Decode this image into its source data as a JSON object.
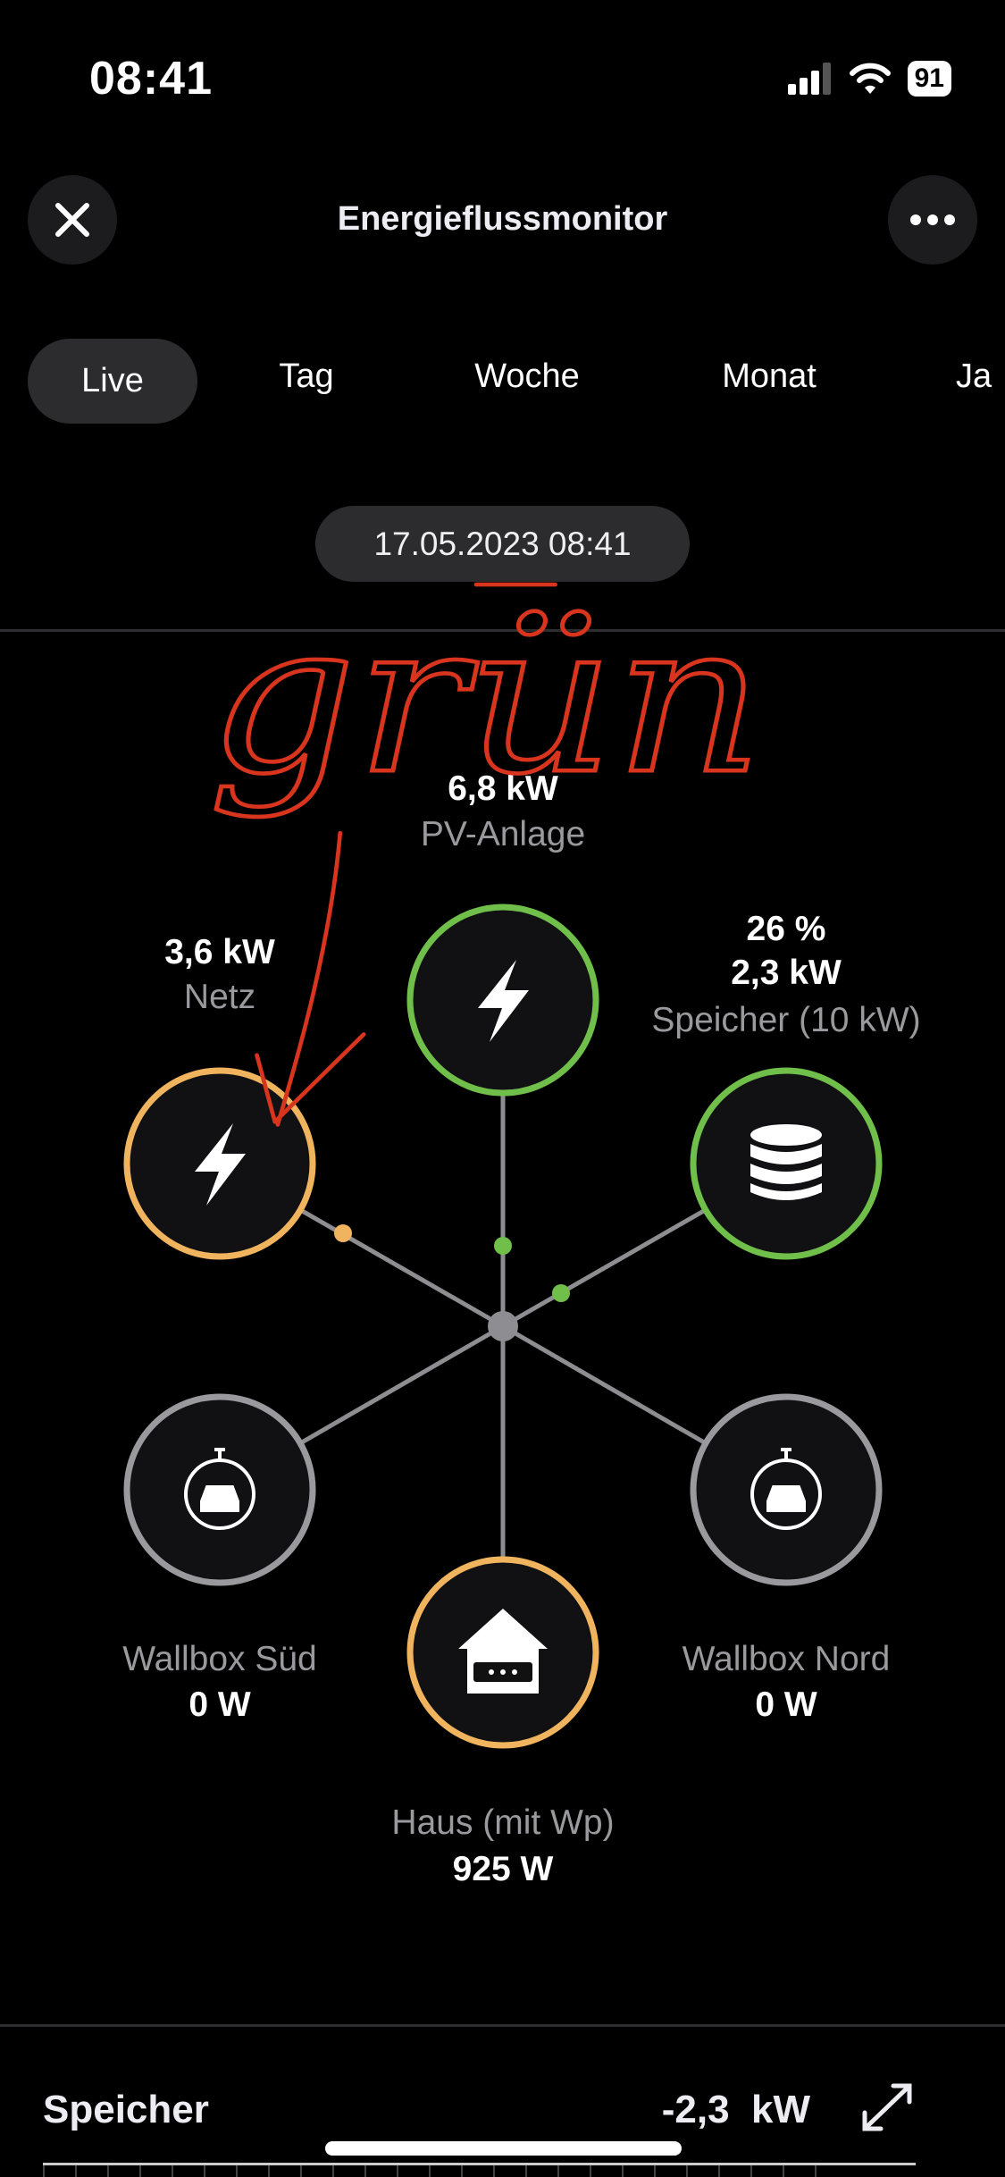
{
  "status_bar": {
    "time": "08:41",
    "battery": "91"
  },
  "header": {
    "title": "Energieflussmonitor"
  },
  "tabs": [
    {
      "label": "Live",
      "active": true
    },
    {
      "label": "Tag"
    },
    {
      "label": "Woche"
    },
    {
      "label": "Monat"
    },
    {
      "label": "Ja"
    }
  ],
  "datetime": "17.05.2023 08:41",
  "nodes": {
    "pv": {
      "value": "6,8  kW",
      "label": "PV-Anlage",
      "color": "#6fbf4a"
    },
    "netz": {
      "value": "3,6  kW",
      "label": "Netz",
      "color": "#f0b45e"
    },
    "speicher": {
      "percent": "26 %",
      "value": "2,3  kW",
      "label": "Speicher (10 kW)",
      "color": "#6fbf4a"
    },
    "wallbox_sued": {
      "label": "Wallbox Süd",
      "value": "0  W",
      "color": "#9a9a9e"
    },
    "wallbox_nord": {
      "label": "Wallbox Nord",
      "value": "0  W",
      "color": "#9a9a9e"
    },
    "haus": {
      "label": "Haus (mit Wp)",
      "value": "925  W",
      "color": "#f0b45e"
    }
  },
  "annotation": {
    "text": "grün",
    "color": "#d8341e"
  },
  "bottom": {
    "title": "Speicher",
    "value": "-2,3  kW"
  }
}
